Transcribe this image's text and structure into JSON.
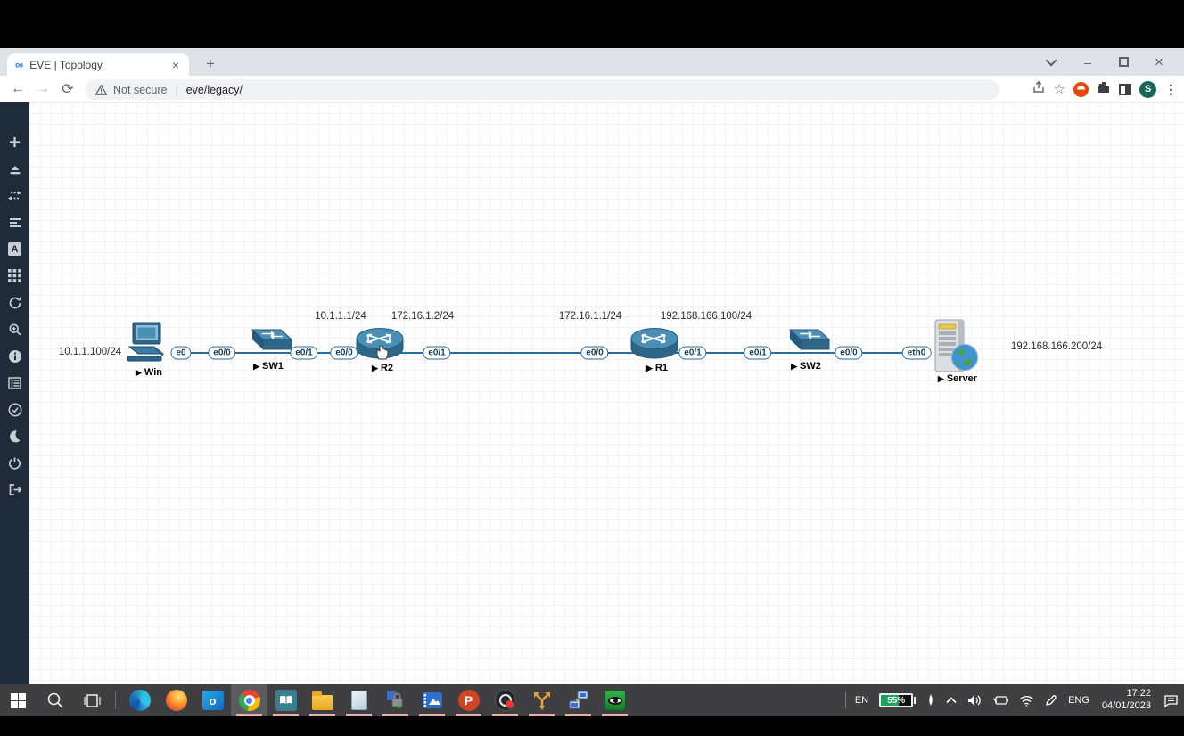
{
  "browser": {
    "tab_title": "EVE | Topology",
    "tab_close": "×",
    "new_tab": "+",
    "favicon_glyph": "∞",
    "security_label": "Not secure",
    "url": "eve/legacy/",
    "profile_initial": "S",
    "minimize_glyph": "–",
    "close_glyph": "×",
    "back_glyph": "←",
    "forward_glyph": "→",
    "reload_glyph": "⟳",
    "kebab_glyph": "⋮",
    "star_glyph": "☆"
  },
  "eve_sidebar": {
    "icons": [
      "add-object-icon",
      "nodes-icon",
      "connections-icon",
      "startup-configs-icon",
      "text-icon",
      "shapes-grid-icon",
      "refresh-icon",
      "zoom-icon",
      "info-icon",
      "nodes-list-icon",
      "configured-icon",
      "dark-mode-icon",
      "power-icon",
      "logout-icon"
    ]
  },
  "topology": {
    "nodes": [
      {
        "name": "Win",
        "type": "pc"
      },
      {
        "name": "SW1",
        "type": "switch"
      },
      {
        "name": "R2",
        "type": "router"
      },
      {
        "name": "R1",
        "type": "router"
      },
      {
        "name": "SW2",
        "type": "switch"
      },
      {
        "name": "Server",
        "type": "server"
      }
    ],
    "play_glyph": "▶",
    "interface_labels": [
      "e0",
      "e0/0",
      "e0/1",
      "e0/0",
      "e0/1",
      "e0/0",
      "e0/1",
      "e0/1",
      "e0/0",
      "eth0"
    ],
    "ip_labels": [
      "10.1.1.100/24",
      "10.1.1.1/24",
      "172.16.1.2/24",
      "172.16.1.1/24",
      "192.168.166.100/24",
      "192.168.166.200/24"
    ]
  },
  "taskbar": {
    "apps": [
      "start",
      "search",
      "task-view",
      "edge",
      "firefox",
      "outlook",
      "chrome",
      "help-book",
      "file-explorer",
      "notepad",
      "secure-lock",
      "media-player",
      "powerpoint",
      "obs-recorder",
      "remote-arrows",
      "network-computers",
      "green-eye-viewer"
    ],
    "outlook_glyph": "o",
    "powerpoint_glyph": "P",
    "tray": {
      "lang_short": "EN",
      "battery_percent": "55%",
      "lang": "ENG",
      "time": "17:22",
      "date": "04/01/2023"
    }
  },
  "colors": {
    "link_blue": "#2e6e9e",
    "device_blue": "#4a8fb5",
    "device_blue_dark": "#2e6688",
    "sidebar_bg": "#1f2b38",
    "taskbar_bg": "#3f3f41",
    "battery_green": "#1fa05c",
    "avatar_green": "#14695c",
    "tabbar_bg": "#dee1e6"
  }
}
